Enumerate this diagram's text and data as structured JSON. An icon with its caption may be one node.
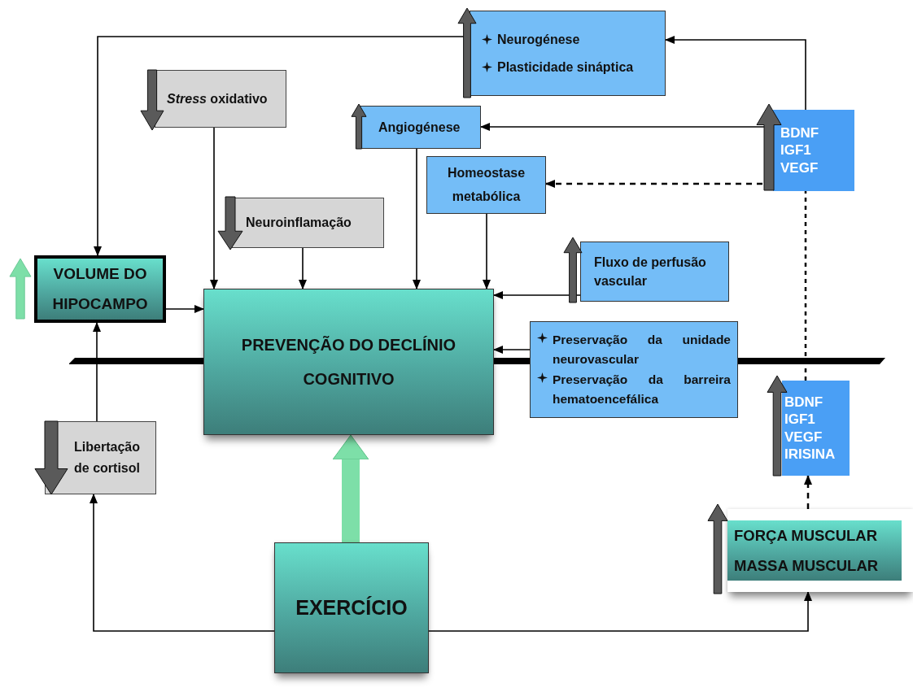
{
  "diagram": {
    "nodes": [
      {
        "text": [
          "Neurogénese",
          "Plasticidade sináptica"
        ]
      },
      {
        "text": [
          "*Stress* oxidativo"
        ]
      },
      {
        "text": [
          "Angiogénese"
        ]
      },
      {
        "text": [
          "Homeostase metabólica"
        ]
      },
      {
        "text": [
          "BDNF",
          "IGF1",
          "VEGF"
        ]
      },
      {
        "text": [
          "Neuroinflamação"
        ]
      },
      {
        "text": [
          "VOLUME DO HIPOCAMPO"
        ]
      },
      {
        "text": [
          "Fluxo de perfusão vascular"
        ]
      },
      {
        "text": [
          "PREVENÇÃO DO DECLÍNIO COGNITIVO"
        ]
      },
      {
        "text": [
          "Preservação da unidade neurovascular",
          "Preservação da barreira hematoencefálica"
        ]
      },
      {
        "text": [
          "BDNF",
          "IGF1",
          "VEGF",
          "IRISINA"
        ]
      },
      {
        "text": [
          "Libertação de cortisol"
        ]
      },
      {
        "text": [
          "EXERCÍCIO"
        ]
      },
      {
        "text": [
          "FORÇA MUSCULAR",
          "MASSA MUSCULAR"
        ]
      }
    ],
    "edges": [
      {
        "from": 0,
        "to": 6,
        "arrow": "to"
      },
      {
        "from": 4,
        "to": 0,
        "arrow": "to"
      },
      {
        "from": 4,
        "to": 2,
        "arrow": "to"
      },
      {
        "from": 4,
        "to": 3,
        "arrow": "to",
        "style": "dashed"
      },
      {
        "from": 10,
        "to": 4,
        "arrow": "none",
        "style": "dashed"
      },
      {
        "from": 13,
        "to": 10,
        "arrow": "to",
        "style": "dashed"
      },
      {
        "from": 1,
        "to": 8,
        "arrow": "to"
      },
      {
        "from": 5,
        "to": 8,
        "arrow": "to"
      },
      {
        "from": 2,
        "to": 8,
        "arrow": "to"
      },
      {
        "from": 3,
        "to": 8,
        "arrow": "to"
      },
      {
        "from": 7,
        "to": 8,
        "arrow": "to"
      },
      {
        "from": 9,
        "to": 8,
        "arrow": "to"
      },
      {
        "from": 6,
        "to": 8,
        "arrow": "to"
      },
      {
        "from": 11,
        "to": 6,
        "arrow": "to"
      },
      {
        "from": 12,
        "to": 11,
        "arrow": "to"
      },
      {
        "from": 12,
        "to": 13,
        "arrow": "to"
      },
      {
        "from": 12,
        "to": 8,
        "arrow": "to",
        "style": "thick",
        "color": "#7ddfa8"
      }
    ]
  }
}
